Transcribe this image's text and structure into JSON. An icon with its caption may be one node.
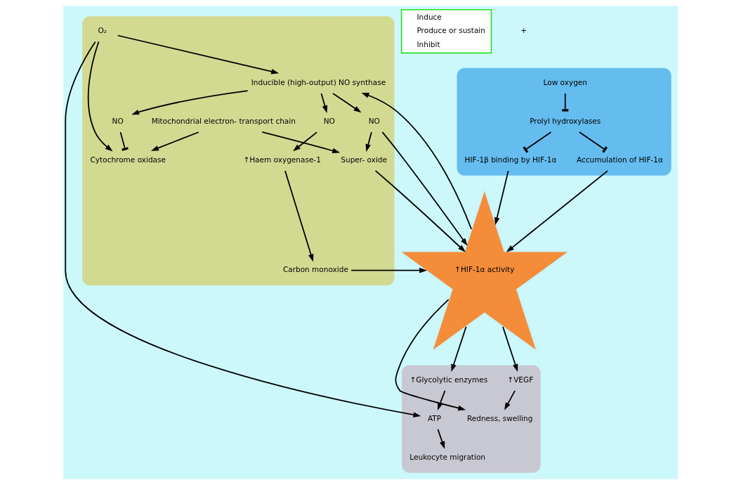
{
  "diagram": {
    "nodes": [
      {
        "text": [],
        "shape": "box"
      },
      {
        "text": [
          "Low oxygen"
        ],
        "in": 0
      },
      {
        "text": [
          "Prolyl hydroxylases"
        ],
        "in": 0
      },
      {
        "text": [
          "HIF-1β binding by HIF-1α"
        ],
        "in": 0
      },
      {
        "text": [
          "Accumulation of HIF-1α"
        ],
        "in": 0
      },
      {
        "text": [],
        "shape": "box"
      },
      {
        "text": [
          "↑VEGF"
        ],
        "in": 5
      },
      {
        "text": [
          "Redness, swelling"
        ],
        "in": 5
      },
      {
        "text": [
          "↑Glycolytic enzymes"
        ],
        "in": 5
      },
      {
        "text": [
          "ATP"
        ],
        "in": 5
      },
      {
        "text": [
          "Leukocyte migration"
        ],
        "in": 5
      },
      {
        "text": [
          "↑HIF-1α activity"
        ]
      },
      {
        "text": [],
        "shape": "box"
      },
      {
        "text": [
          "Super- oxide"
        ],
        "in": 12
      },
      {
        "text": [
          "NO"
        ],
        "in": 12
      },
      {
        "text": [
          "Mitochondrial electron- transport chain"
        ],
        "in": 12
      },
      {
        "text": [
          "O₂"
        ],
        "in": 12
      },
      {
        "text": [
          "Cytochrome oxidase"
        ],
        "in": 12
      },
      {
        "text": [
          "Carbon monoxide"
        ],
        "in": 12
      },
      {
        "text": [
          "Inducible (high-output) NO synthase"
        ],
        "in": 12
      },
      {
        "text": [
          "↑Haem oxygenase-1"
        ],
        "in": 12
      },
      {
        "text": [
          "NO"
        ],
        "in": 12
      },
      {
        "text": [
          "NO"
        ],
        "in": 12
      }
    ],
    "edges": [
      {
        "from": 1,
        "to": 2,
        "arrow": "other"
      },
      {
        "from": 2,
        "to": 3,
        "arrow": "other"
      },
      {
        "from": 2,
        "to": 4,
        "arrow": "other"
      },
      {
        "from": 3,
        "to": 11,
        "arrow": "to"
      },
      {
        "from": 4,
        "to": 11,
        "arrow": "to"
      },
      {
        "from": 11,
        "to": 6,
        "arrow": "to"
      },
      {
        "from": 6,
        "to": 7,
        "arrow": "to"
      },
      {
        "from": 11,
        "to": 7,
        "arrow": "to"
      },
      {
        "from": 11,
        "to": 8,
        "arrow": "to"
      },
      {
        "from": 8,
        "to": 9,
        "arrow": "to"
      },
      {
        "from": 9,
        "to": 10,
        "arrow": "to"
      },
      {
        "from": 16,
        "to": 9,
        "arrow": "to"
      },
      {
        "from": 13,
        "to": 11,
        "arrow": "to"
      },
      {
        "from": 14,
        "to": 11,
        "arrow": "to"
      },
      {
        "from": 11,
        "to": 19,
        "arrow": "to"
      },
      {
        "from": 19,
        "to": 14,
        "arrow": "to"
      },
      {
        "from": 14,
        "to": 13,
        "arrow": "to"
      },
      {
        "from": 15,
        "to": 13,
        "arrow": "to"
      },
      {
        "from": 16,
        "to": 19,
        "arrow": "to"
      },
      {
        "from": 15,
        "to": 17,
        "arrow": "to"
      },
      {
        "from": 16,
        "to": 17,
        "arrow": "to"
      },
      {
        "from": 19,
        "to": 21,
        "arrow": "to"
      },
      {
        "from": 19,
        "to": 22,
        "arrow": "to"
      },
      {
        "from": 21,
        "to": 20,
        "arrow": "to"
      },
      {
        "from": 20,
        "to": 18,
        "arrow": "to"
      },
      {
        "from": 18,
        "to": 11,
        "arrow": "to"
      },
      {
        "from": 22,
        "to": 17,
        "arrow": "other"
      }
    ],
    "labels": [
      "+"
    ],
    "legend": [
      {
        "text": "Induce"
      },
      {
        "text": "Produce or sustain"
      },
      {
        "text": "Inhibit"
      }
    ]
  }
}
